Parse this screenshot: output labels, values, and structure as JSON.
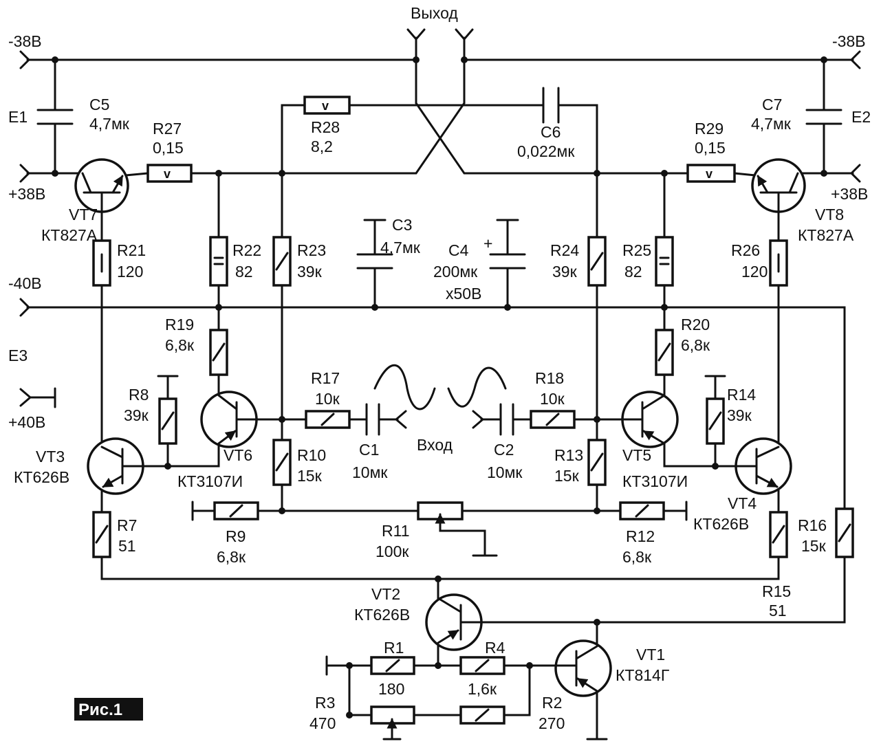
{
  "figure_label": "Рис.1",
  "rails": {
    "neg38_left": "-38В",
    "neg38_right": "-38В",
    "pos38_left": "+38В",
    "pos38_right": "+38В",
    "neg40": "-40В",
    "pos40": "+40В"
  },
  "terminals": {
    "output": "Выход",
    "input": "Вход",
    "e1": "E1",
    "e2": "E2",
    "e3": "E3"
  },
  "components": {
    "C1": {
      "ref": "C1",
      "value": "10мк"
    },
    "C2": {
      "ref": "C2",
      "value": "10мк"
    },
    "C3": {
      "ref": "C3",
      "value": "4,7мк"
    },
    "C4": {
      "ref": "C4",
      "value": "200мк",
      "rating": "x50В",
      "polarity": "+"
    },
    "C5": {
      "ref": "C5",
      "value": "4,7мк"
    },
    "C6": {
      "ref": "C6",
      "value": "0,022мк"
    },
    "C7": {
      "ref": "C7",
      "value": "4,7мк"
    },
    "R1": {
      "ref": "R1",
      "value": "180"
    },
    "R2": {
      "ref": "R2",
      "value": "270"
    },
    "R3": {
      "ref": "R3",
      "value": "470"
    },
    "R4": {
      "ref": "R4",
      "value": "1,6к"
    },
    "R7": {
      "ref": "R7",
      "value": "51"
    },
    "R8": {
      "ref": "R8",
      "value": "39к"
    },
    "R9": {
      "ref": "R9",
      "value": "6,8к"
    },
    "R10": {
      "ref": "R10",
      "value": "15к"
    },
    "R11": {
      "ref": "R11",
      "value": "100к"
    },
    "R12": {
      "ref": "R12",
      "value": "6,8к"
    },
    "R13": {
      "ref": "R13",
      "value": "15к"
    },
    "R14": {
      "ref": "R14",
      "value": "39к"
    },
    "R15": {
      "ref": "R15",
      "value": "51"
    },
    "R16": {
      "ref": "R16",
      "value": "15к"
    },
    "R17": {
      "ref": "R17",
      "value": "10к"
    },
    "R18": {
      "ref": "R18",
      "value": "10к"
    },
    "R19": {
      "ref": "R19",
      "value": "6,8к"
    },
    "R20": {
      "ref": "R20",
      "value": "6,8к"
    },
    "R21": {
      "ref": "R21",
      "value": "120"
    },
    "R22": {
      "ref": "R22",
      "value": "82"
    },
    "R23": {
      "ref": "R23",
      "value": "39к"
    },
    "R24": {
      "ref": "R24",
      "value": "39к"
    },
    "R25": {
      "ref": "R25",
      "value": "82"
    },
    "R26": {
      "ref": "R26",
      "value": "120"
    },
    "R27": {
      "ref": "R27",
      "value": "0,15"
    },
    "R28": {
      "ref": "R28",
      "value": "8,2"
    },
    "R29": {
      "ref": "R29",
      "value": "0,15"
    },
    "VT1": {
      "ref": "VT1",
      "type": "КТ814Г"
    },
    "VT2": {
      "ref": "VT2",
      "type": "КТ626В"
    },
    "VT3": {
      "ref": "VT3",
      "type": "КТ626В"
    },
    "VT4": {
      "ref": "VT4",
      "type": "КТ626В"
    },
    "VT5": {
      "ref": "VT5",
      "type": "КТ3107И"
    },
    "VT6": {
      "ref": "VT6",
      "type": "КТ3107И"
    },
    "VT7": {
      "ref": "VT7",
      "type": "КТ827А"
    },
    "VT8": {
      "ref": "VT8",
      "type": "КТ827А"
    }
  },
  "resistor_marks": {
    "one_watt": "I",
    "two_watt": "=",
    "half_watt": "/",
    "wirewound": "v"
  }
}
